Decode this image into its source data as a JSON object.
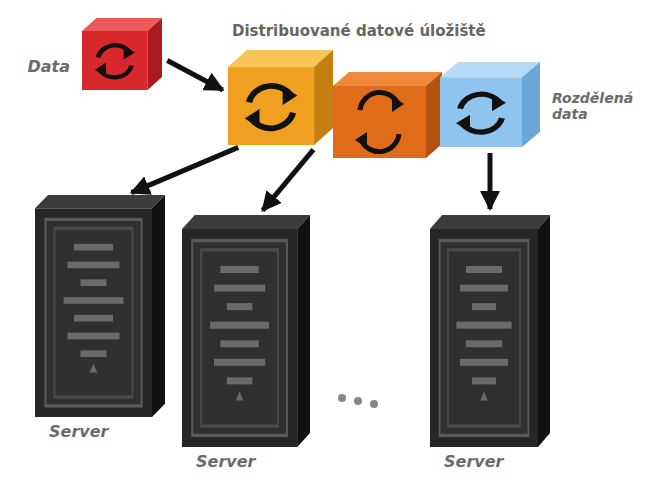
{
  "diagram": {
    "nodes": [
      {
        "text": [
          "Data"
        ]
      },
      {
        "text": [
          "Distribuované datové úložiště"
        ]
      },
      {
        "text": [
          "Rozdělená data"
        ]
      },
      {
        "text": [
          "Server"
        ]
      },
      {
        "text": [
          "Server"
        ]
      },
      {
        "text": [
          "Server"
        ]
      }
    ],
    "edges": [
      {
        "from": 0,
        "to": 1,
        "arrow": "to"
      },
      {
        "from": 1,
        "to": 3,
        "arrow": "to"
      },
      {
        "from": 1,
        "to": 4,
        "arrow": "to"
      },
      {
        "from": 2,
        "to": 5,
        "arrow": "to"
      }
    ]
  }
}
